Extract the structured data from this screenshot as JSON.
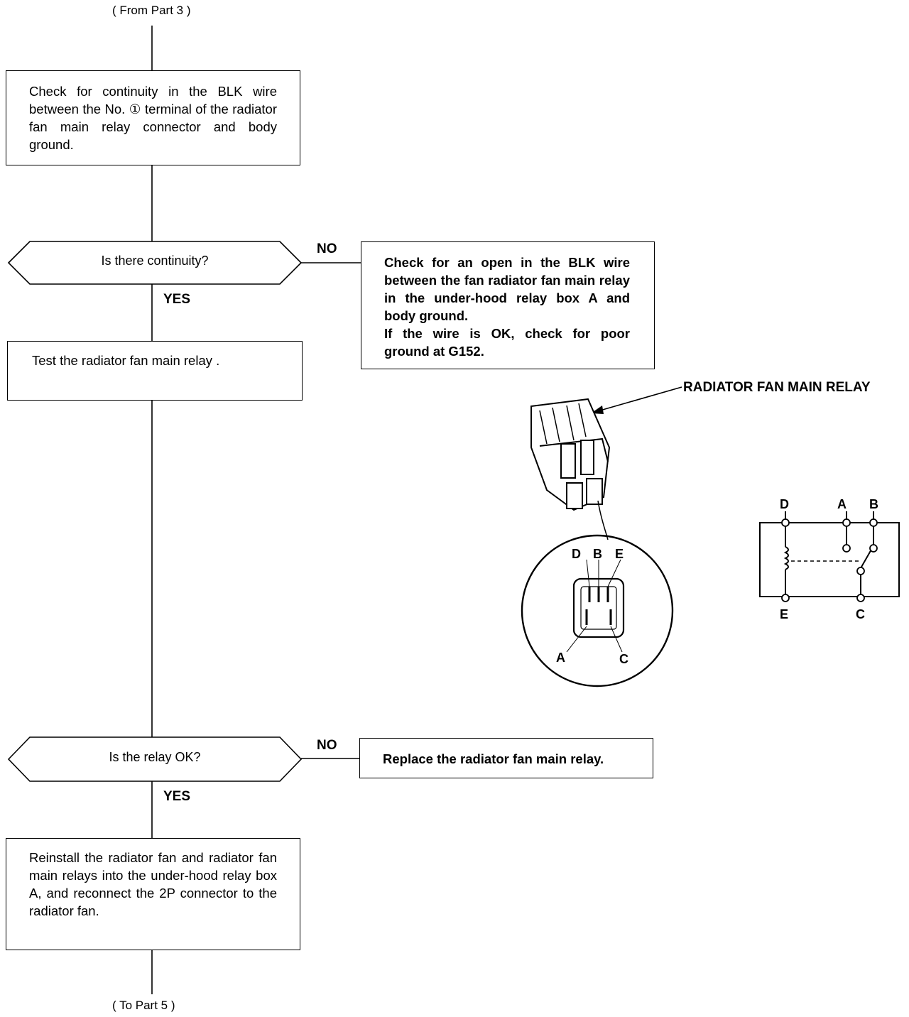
{
  "connectors": {
    "from_label": "( From Part 3 )",
    "to_label": "( To Part 5 )"
  },
  "steps": {
    "check_continuity": "Check for continuity in the BLK wire between the No. ① terminal of the radiator fan main relay connector and body ground.",
    "test_relay": "Test the radiator fan main relay .",
    "reinstall": "Reinstall the radiator fan and radiator fan main relays into the under-hood relay box A, and reconnect the 2P connector to the radiator fan."
  },
  "decisions": {
    "continuity": "Is there continuity?",
    "relay_ok": "Is the relay OK?"
  },
  "branches": {
    "no_label": "NO",
    "yes_label": "YES"
  },
  "outcomes": {
    "open_check_line1": "Check for an open in the BLK wire between the fan radiator fan main relay in the under-hood relay box A and body ground.",
    "open_check_line2": "If the wire is OK, check for poor ground at G152.",
    "replace_relay": "Replace the radiator fan main relay."
  },
  "relay_figure": {
    "callout": "RADIATOR FAN MAIN RELAY",
    "connector_pins": [
      "D",
      "B",
      "E",
      "A",
      "C"
    ],
    "schematic_pins": [
      "D",
      "A",
      "B",
      "E",
      "C"
    ]
  }
}
